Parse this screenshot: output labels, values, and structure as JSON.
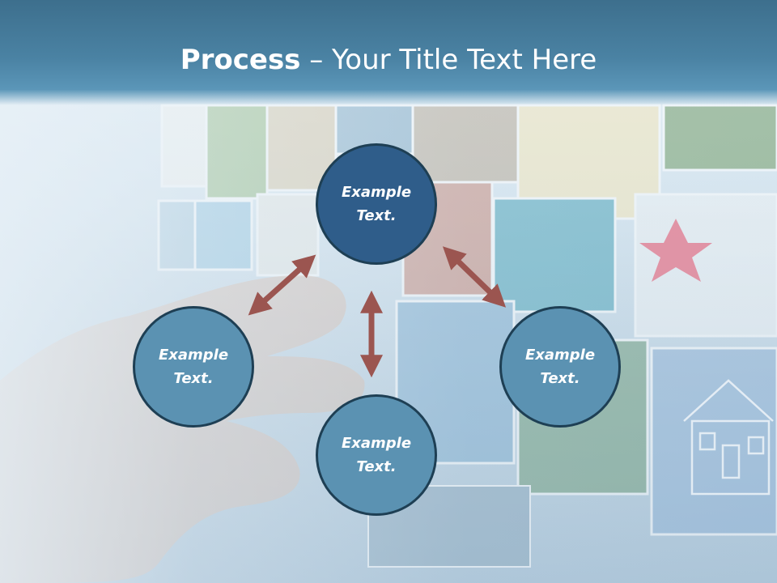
{
  "slide": {
    "title_bold": "Process",
    "title_rest": " – Your Title Text Here"
  },
  "nodes": {
    "top": "Example\nText.",
    "left": "Example\nText.",
    "right": "Example\nText.",
    "bottom": "Example\nText."
  },
  "colors": {
    "header": "#4a82a3",
    "center_circle": "#2f5d8a",
    "outer_circle": "#5b92b2",
    "circle_border": "#1e3f54",
    "arrow": "#9b5550"
  }
}
